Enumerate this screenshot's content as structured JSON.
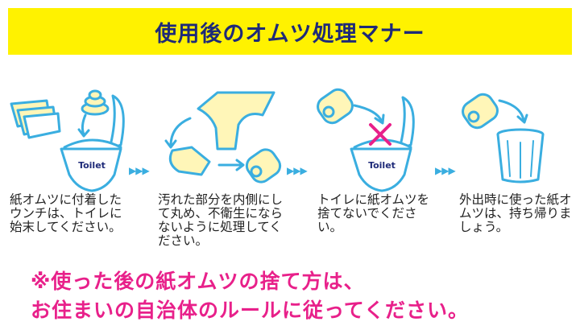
{
  "title": "使用後のオムツ処理マナー",
  "toilet_label": "Toilet",
  "step_separator": "▶▶▶",
  "steps": [
    {
      "text": "紙オムツに付着したウンチは、トイレに始末してください。"
    },
    {
      "text": "汚れた部分を内側にして丸め、不衛生にならないように処理してください。"
    },
    {
      "text": "トイレに紙オムツを捨てないでください。"
    },
    {
      "text": "外出時に使った紙オムツは、持ち帰りましょう。"
    }
  ],
  "note": {
    "line1": "※使った後の紙オムツの捨て方は、",
    "line2": "お住まいの自治体のルールに従ってください。"
  },
  "colors": {
    "banner": "#fff200",
    "title_text": "#1e2a78",
    "accent_blue": "#3aaee0",
    "pale_yellow": "#fff6b8",
    "note_text": "#e8208a",
    "cross": "#e8208a"
  }
}
